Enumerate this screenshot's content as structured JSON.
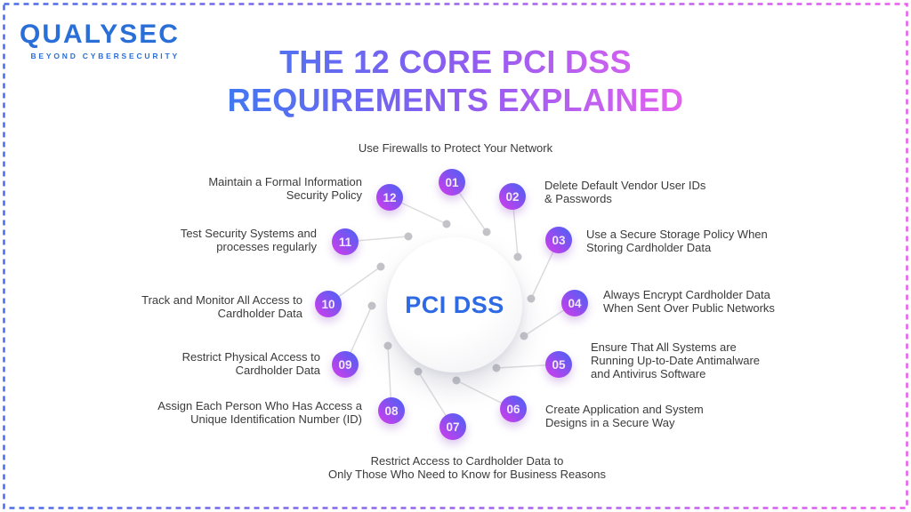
{
  "logo": {
    "wordmark": "QUALYSEC",
    "tagline": "BEYOND CYBERSECURITY"
  },
  "title": {
    "line1": "THE 12 CORE PCI DSS",
    "line2": "REQUIREMENTS EXPLAINED"
  },
  "center": {
    "label": "PCI DSS"
  },
  "nodes": [
    {
      "number": "01",
      "label": "Use Firewalls to Protect Your Network"
    },
    {
      "number": "02",
      "label": "Delete Default Vendor User IDs\n& Passwords"
    },
    {
      "number": "03",
      "label": "Use a Secure Storage Policy When\nStoring Cardholder Data"
    },
    {
      "number": "04",
      "label": "Always Encrypt Cardholder Data\nWhen Sent Over Public Networks"
    },
    {
      "number": "05",
      "label": "Ensure That All Systems are\nRunning Up-to-Date Antimalware\nand Antivirus Software"
    },
    {
      "number": "06",
      "label": "Create Application and System\nDesigns in a Secure Way"
    },
    {
      "number": "07",
      "label": "Restrict Access to Cardholder Data to\nOnly Those Who Need to Know for Business Reasons"
    },
    {
      "number": "08",
      "label": "Assign Each Person Who Has Access a\nUnique Identification Number (ID)"
    },
    {
      "number": "09",
      "label": "Restrict Physical Access to\nCardholder Data"
    },
    {
      "number": "10",
      "label": "Track and Monitor All Access to\nCardholder Data"
    },
    {
      "number": "11",
      "label": "Test Security Systems and\nprocesses regularly"
    },
    {
      "number": "12",
      "label": "Maintain a Formal Information\nSecurity Policy"
    }
  ],
  "colors": {
    "logo_blue": "#2a6fd8",
    "title_grad_start": "#3e79f2",
    "title_grad_mid": "#8b5cf0",
    "title_grad_end": "#ee63f0",
    "badge_grad_start": "#4562f5",
    "badge_grad_end": "#d63bea",
    "center_text": "#2e6ae4",
    "label_text": "#3b3b3b",
    "connector_line": "#dcdcdf",
    "connector_dot": "#c3c3c8",
    "border_grad_start": "#4a6ce8",
    "border_grad_end": "#ea5cee"
  }
}
